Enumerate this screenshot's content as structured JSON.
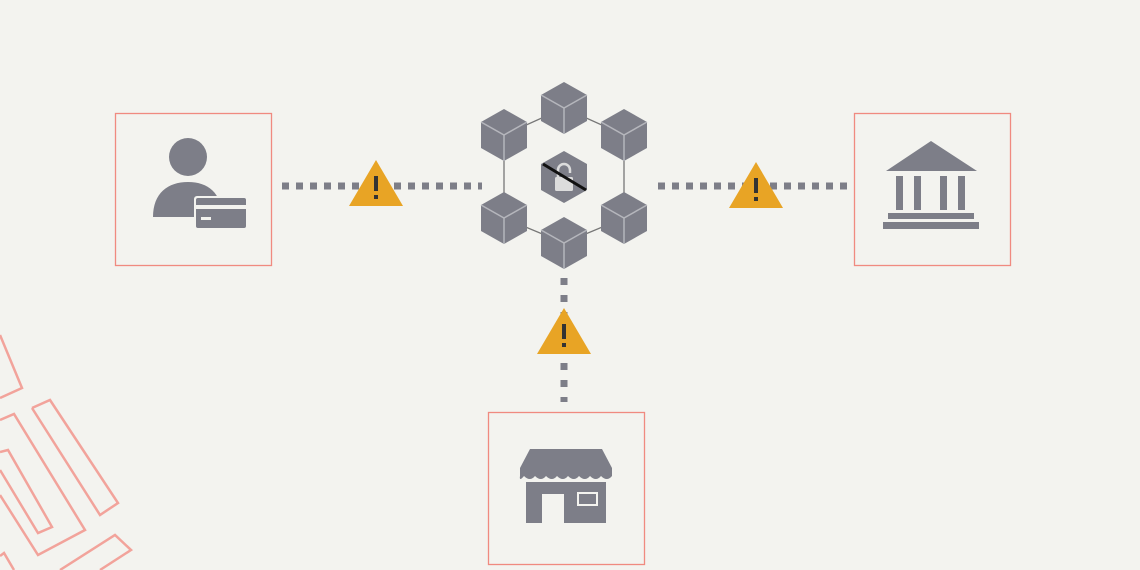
{
  "colors": {
    "background": "#f3f3ef",
    "icon_gray": "#7d7e88",
    "frame_red": "#f08a80",
    "warning_yellow": "#e8a425",
    "connector_gray": "#7d7e88"
  },
  "nodes": [
    {
      "id": "customer",
      "icon": "person-with-card-icon"
    },
    {
      "id": "blockchain",
      "icon": "blockchain-network-icon",
      "center_icon": "unlocked-lock-icon"
    },
    {
      "id": "bank",
      "icon": "bank-icon"
    },
    {
      "id": "merchant",
      "icon": "store-icon"
    }
  ],
  "warnings": [
    {
      "between": [
        "customer",
        "blockchain"
      ],
      "icon": "warning-icon",
      "symbol": "!"
    },
    {
      "between": [
        "blockchain",
        "bank"
      ],
      "icon": "warning-icon",
      "symbol": "!"
    },
    {
      "between": [
        "blockchain",
        "merchant"
      ],
      "icon": "warning-icon",
      "symbol": "!"
    }
  ]
}
